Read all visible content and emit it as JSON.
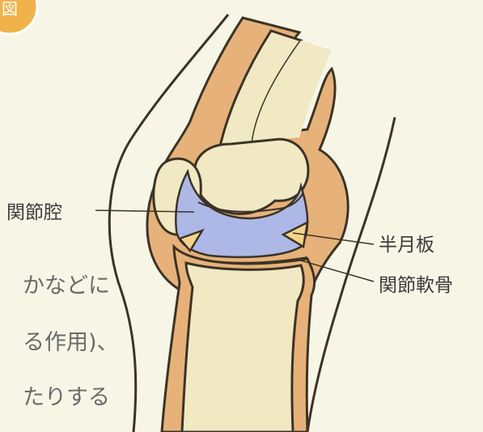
{
  "badge": {
    "text": "図"
  },
  "labels": {
    "joint_cavity": "関節腔",
    "meniscus": "半月板",
    "articular_cartilage": "関節軟骨"
  },
  "body_text": {
    "line1": "かなどに",
    "line2": "る作用)、",
    "line3": "たりする"
  },
  "colors": {
    "background": "#f7f6e6",
    "bone": "#f0e9c4",
    "outer_layer": "#e6b27a",
    "cavity": "#aeb8e6",
    "meniscus": "#f2d58a",
    "outline": "#3b3326",
    "badge": "#f2b24a"
  }
}
